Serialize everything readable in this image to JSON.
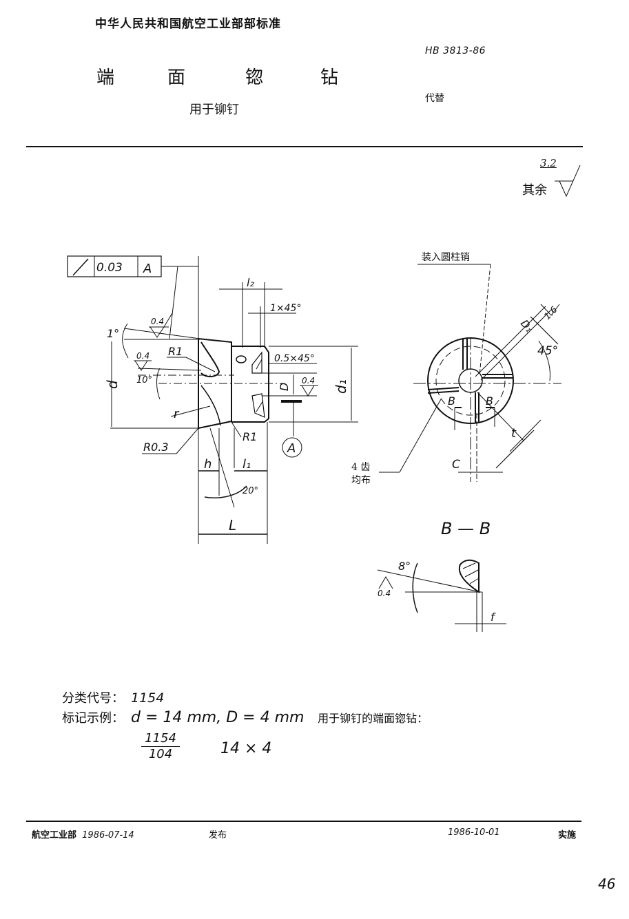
{
  "header": {
    "issuer": "中华人民共和国航空工业部部标准",
    "standard_number": "HB 3813-86",
    "title_chars": [
      "端",
      "面",
      "锪",
      "钻"
    ],
    "subtitle": "用于铆钉",
    "replaces_label": "代替"
  },
  "roughness_rest": {
    "label": "其余",
    "value": "3.2"
  },
  "drawing": {
    "main_view": {
      "tolerance_frame": {
        "symbol": "/",
        "value": "0.03",
        "datum": "A"
      },
      "angle_1": "1°",
      "angle_10": "10°",
      "angle_20": "20°",
      "roughness_top": "0.4",
      "roughness_left": "0.4",
      "roughness_D": "0.4",
      "radius_r1_top": "R1",
      "radius_r1_bottom": "R1",
      "radius_r03": "R0.3",
      "radius_r": "r",
      "dim_d": "d",
      "dim_d1": "d₁",
      "dim_D": "D",
      "dim_l2": "l₂",
      "dim_l1": "l₁",
      "dim_h": "h",
      "dim_L": "L",
      "chamfer_1": "1×45°",
      "chamfer_05": "0.5×45°",
      "datum_circle": "A"
    },
    "end_view": {
      "pin_label": "装入圆柱销",
      "dim_D1": "D₁",
      "roughness": "1.6",
      "angle": "45°",
      "section_mark_left": "B",
      "section_mark_right": "B",
      "dim_t": "t",
      "dim_C": "C",
      "teeth_note_line1": "4 齿",
      "teeth_note_line2": "均布"
    },
    "section_view": {
      "title": "B — B",
      "angle": "8°",
      "roughness": "0.4",
      "dim_f": "f"
    }
  },
  "notes": {
    "classification_label": "分类代号：",
    "classification_value": "1154",
    "example_label": "标记示例：",
    "example_value": "d = 14 mm, D = 4 mm",
    "example_desc": "用于铆钉的端面锪钻：",
    "mark_numerator": "1154",
    "mark_denominator": "104",
    "mark_size": "14 × 4"
  },
  "footer": {
    "issuer": "航空工业部",
    "issue_date": "1986-07-14",
    "issue_label": "发布",
    "effective_date": "1986-10-01",
    "effective_label": "实施"
  },
  "page_number": "46"
}
